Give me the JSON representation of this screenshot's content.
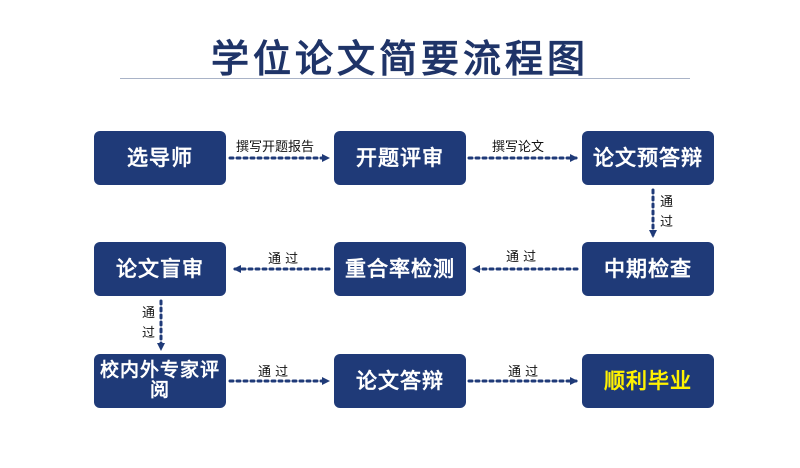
{
  "title": "学位论文简要流程图",
  "nodes": {
    "select_advisor": "选导师",
    "proposal_review": "开题评审",
    "pre_defense": "论文预答辩",
    "blind_review": "论文盲审",
    "plagiarism_check": "重合率检测",
    "midterm_check": "中期检查",
    "external_review": "校内外专家评阅",
    "thesis_defense": "论文答辩",
    "graduation": "顺利毕业"
  },
  "edges": {
    "e1": "撰写开题报告",
    "e2": "撰写论文",
    "e3": "通过",
    "e4": "通 过",
    "e5": "通 过",
    "e6": "通过",
    "e7": "通 过",
    "e8": "通 过"
  },
  "colors": {
    "box": "#1f3a78",
    "title": "#1f3468",
    "highlight_text": "#fff200"
  }
}
